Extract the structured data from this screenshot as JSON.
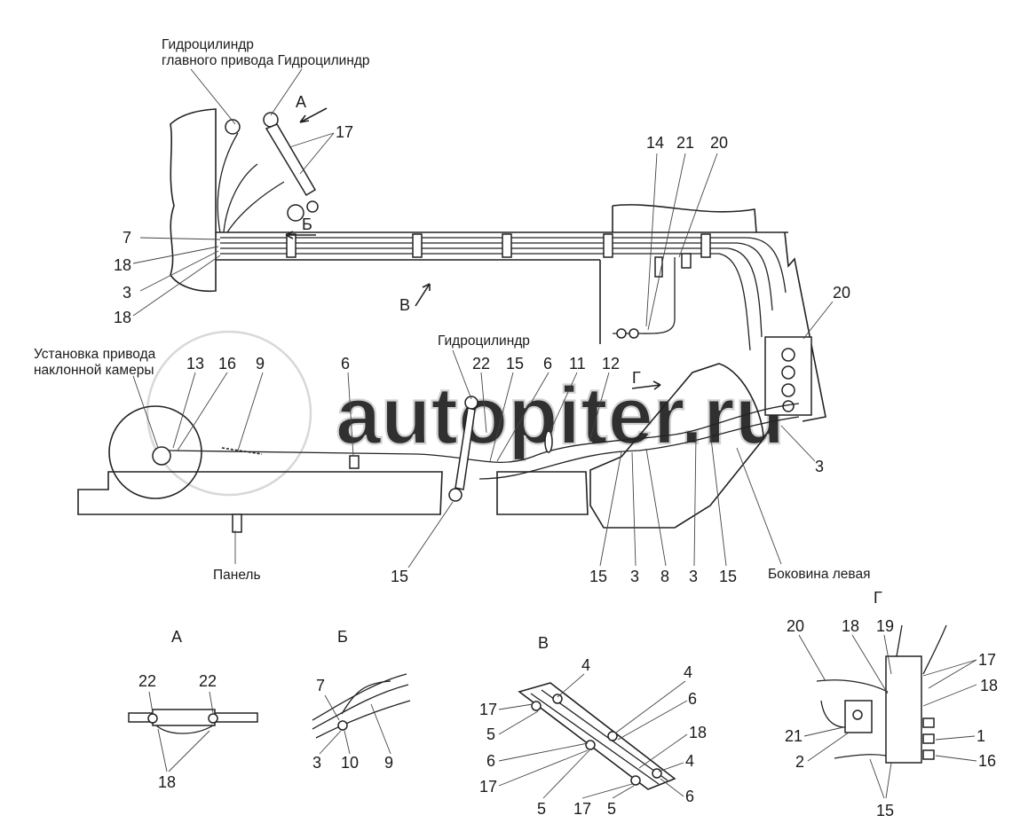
{
  "watermark": "autopiter.ru",
  "titles": {
    "cyl_main": "Гидроцилиндр",
    "cyl_main2": "главного привода Гидроцилиндр",
    "cyl_mid": "Гидроцилиндр",
    "drive_install": "Установка привода",
    "drive_install2": "наклонной камеры",
    "panel": "Панель",
    "side_left": "Боковина левая"
  },
  "views": {
    "A": "А",
    "B": "Б",
    "V": "В",
    "G": "Г"
  },
  "callouts": {
    "c17_top": "17",
    "c14": "14",
    "c21_top": "21",
    "c20_top": "20",
    "c7": "7",
    "c18_a": "18",
    "c3_a": "3",
    "c18_b": "18",
    "c20_right": "20",
    "c13": "13",
    "c16": "16",
    "c9": "9",
    "c6_left": "6",
    "c22_mid": "22",
    "c15_mid": "15",
    "c6_mid": "6",
    "c11": "11",
    "c12": "12",
    "c3_right": "3",
    "c15_low": "15",
    "c15_b1": "15",
    "c3_b1": "3",
    "c8": "8",
    "c3_b2": "3",
    "c15_b2": "15"
  },
  "view_a": {
    "c22_l": "22",
    "c22_r": "22",
    "c18": "18"
  },
  "view_b": {
    "c7": "7",
    "c3": "3",
    "c10": "10",
    "c9": "9"
  },
  "view_v": {
    "c4_a": "4",
    "c4_b": "4",
    "c6_a": "6",
    "c17_a": "17",
    "c5_a": "5",
    "c18": "18",
    "c6_b": "6",
    "c4_c": "4",
    "c17_b": "17",
    "c6_c": "6",
    "c5_b": "5",
    "c17_c": "17",
    "c5_c": "5"
  },
  "view_g": {
    "c20": "20",
    "c18_a": "18",
    "c19": "19",
    "c17": "17",
    "c18_b": "18",
    "c21": "21",
    "c1": "1",
    "c2": "2",
    "c16": "16",
    "c15": "15"
  }
}
